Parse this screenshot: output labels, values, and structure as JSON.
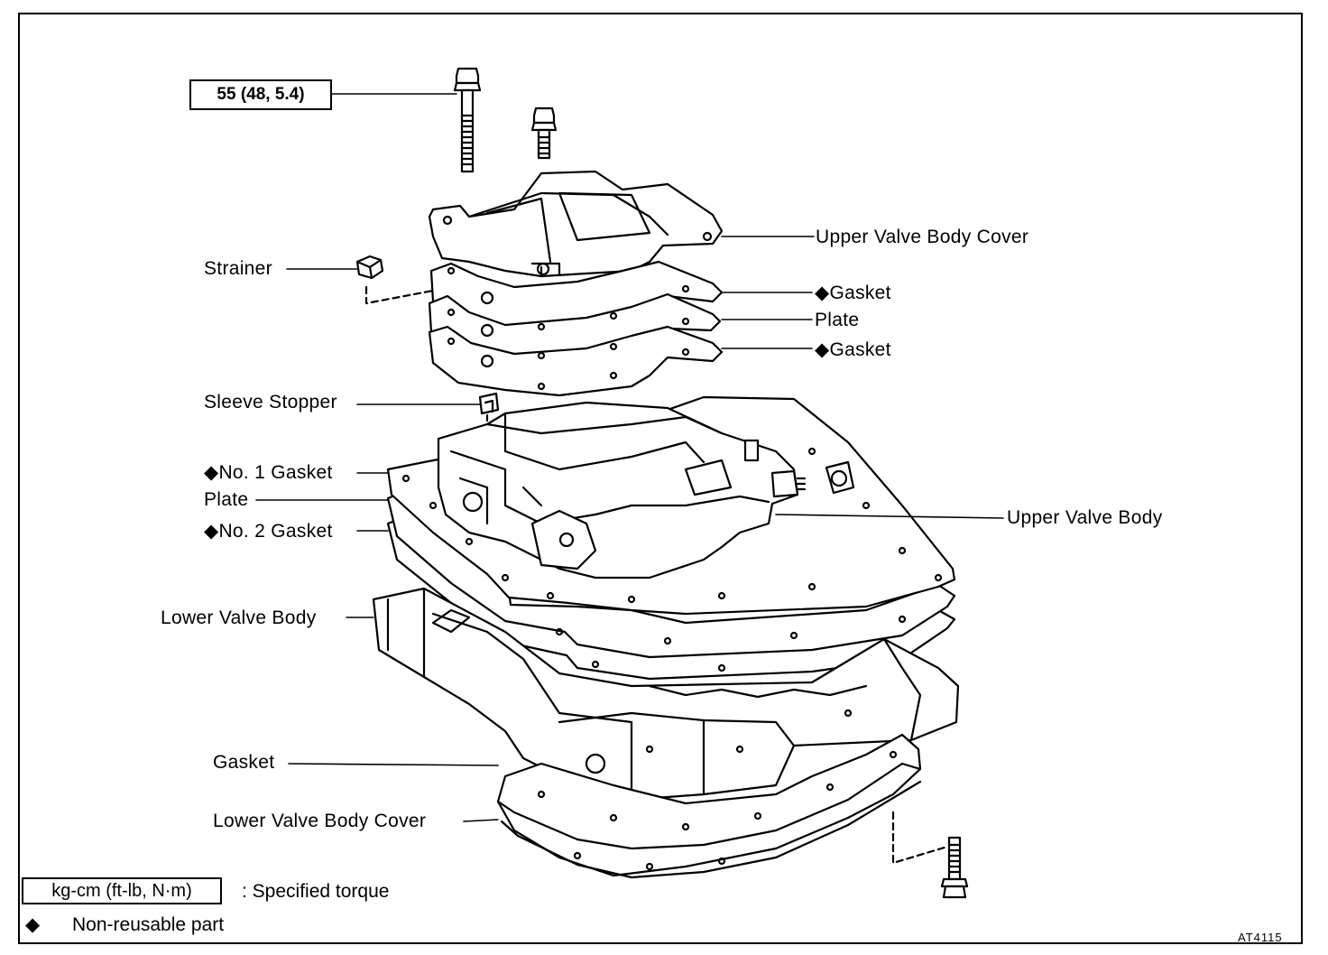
{
  "torque_box": "55 (48, 5.4)",
  "labels": {
    "upper_valve_body_cover": "Upper Valve Body Cover",
    "strainer": "Strainer",
    "gasket_top": "◆Gasket",
    "plate_top": "Plate",
    "gasket_mid": "◆Gasket",
    "sleeve_stopper": "Sleeve Stopper",
    "no1_gasket": "◆No. 1 Gasket",
    "plate_mid": "Plate",
    "no2_gasket": "◆No. 2 Gasket",
    "upper_valve_body": "Upper Valve Body",
    "lower_valve_body": "Lower Valve Body",
    "gasket_bottom": "Gasket",
    "lower_valve_body_cover": "Lower Valve Body Cover"
  },
  "legend": {
    "torque_unit_box": "kg-cm (ft-lb, N·m)",
    "torque_desc": ":  Specified torque",
    "diamond": "◆",
    "nonreusable_desc": "Non-reusable part"
  },
  "figure_code": "AT4115"
}
